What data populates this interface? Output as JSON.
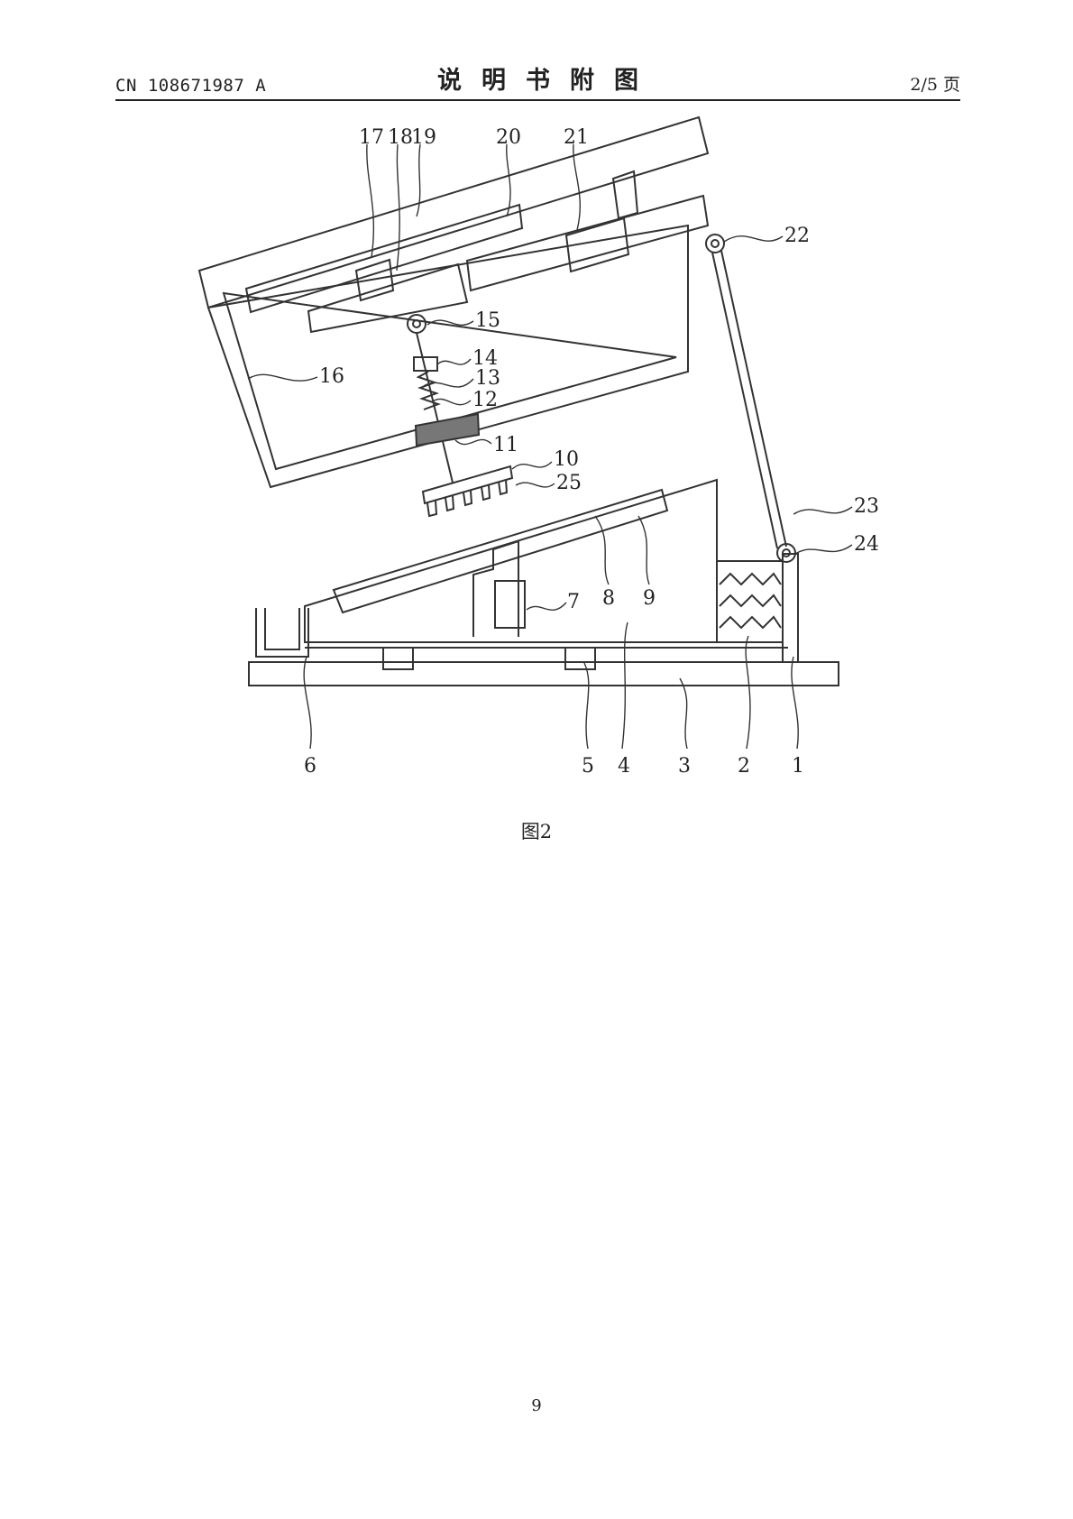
{
  "header": {
    "doc_number": "CN 108671987 A",
    "title": "说明书附图",
    "page_of": "2/5 页"
  },
  "figure": {
    "caption": "图2",
    "labels": {
      "l1": "1",
      "l2": "2",
      "l3": "3",
      "l4": "4",
      "l5": "5",
      "l6": "6",
      "l7": "7",
      "l8": "8",
      "l9": "9",
      "l10": "10",
      "l11": "11",
      "l12": "12",
      "l13": "13",
      "l14": "14",
      "l15": "15",
      "l16": "16",
      "l17": "17",
      "l18": "18",
      "l19": "19",
      "l20": "20",
      "l21": "21",
      "l22": "22",
      "l23": "23",
      "l24": "24",
      "l25": "25"
    }
  },
  "footer": {
    "page_number": "9"
  }
}
